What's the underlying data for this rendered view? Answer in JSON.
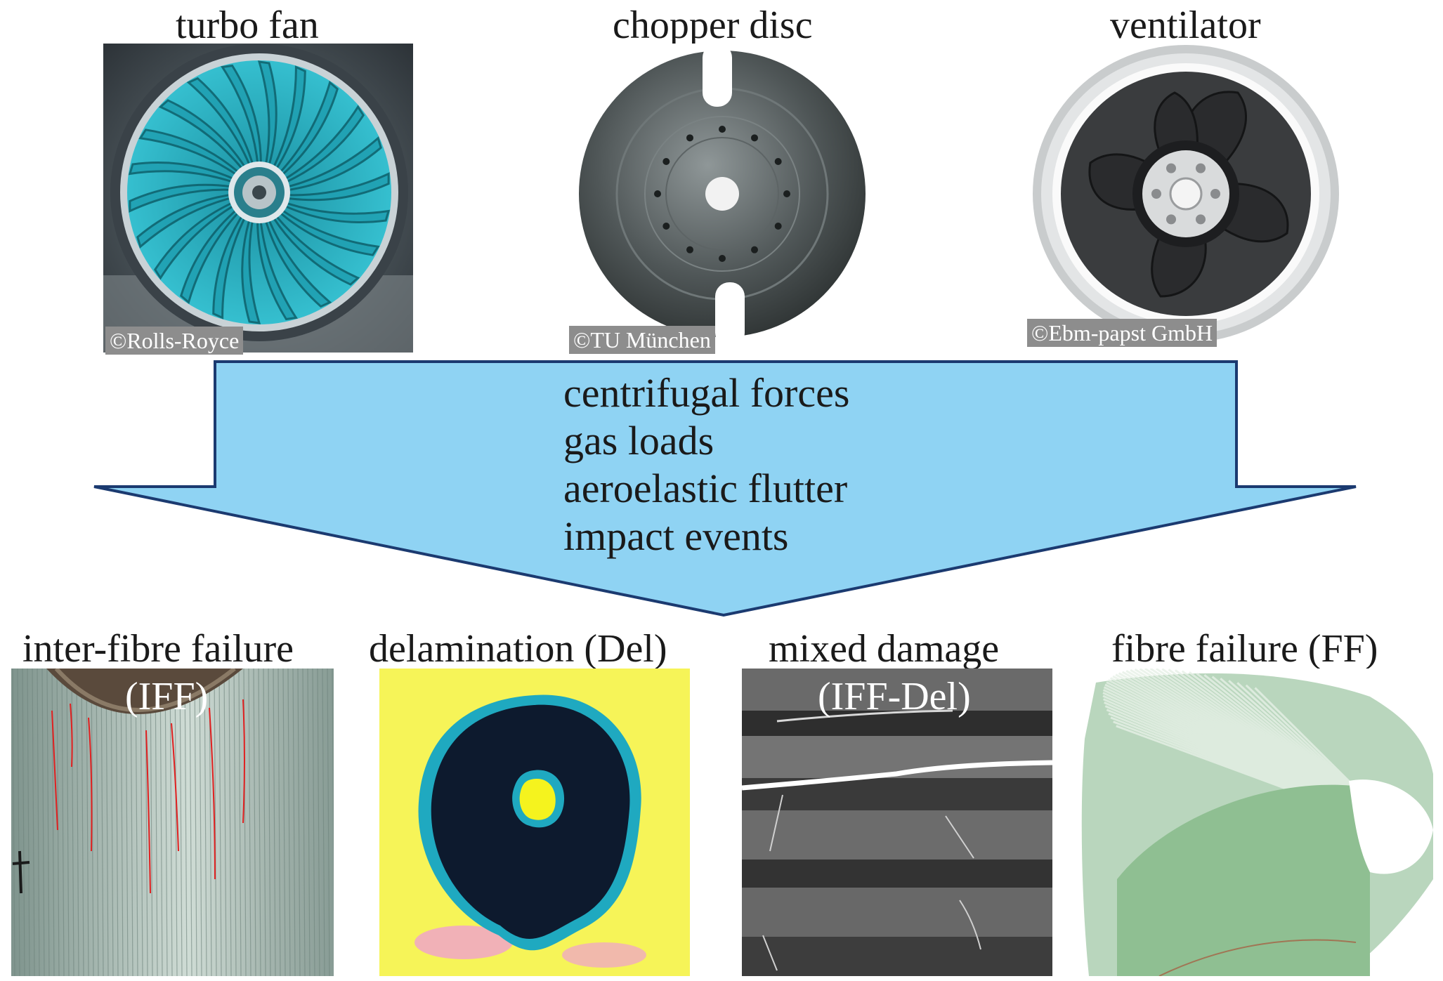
{
  "rotors": [
    {
      "title": "turbo fan",
      "credit": "©Rolls-Royce"
    },
    {
      "title": "chopper disc",
      "credit": "©TU München"
    },
    {
      "title": "ventilator",
      "credit": "©Ebm-papst GmbH"
    }
  ],
  "loads": [
    "centrifugal forces",
    "gas loads",
    "aeroelastic flutter",
    "impact events"
  ],
  "failures": [
    {
      "title": "inter-fibre failure",
      "sublabel": "(IFF)"
    },
    {
      "title": "delamination (Del)",
      "sublabel": ""
    },
    {
      "title": "mixed damage",
      "sublabel": "(IFF-Del)"
    },
    {
      "title": "fibre failure (FF)",
      "sublabel": ""
    }
  ],
  "colors": {
    "arrow_fill": "#8fd3f3",
    "arrow_stroke": "#1b3a70",
    "credit_bg": "#8d8d8d",
    "turbo_blade": "#2bb3c4",
    "iff_crack": "#e02020"
  }
}
